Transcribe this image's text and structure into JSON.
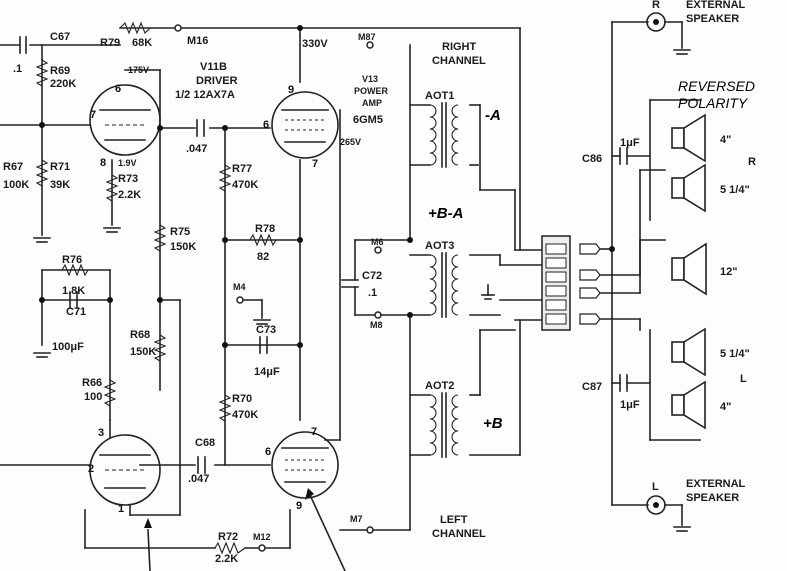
{
  "labels": {
    "c67": "C67",
    "c67_val": ".1",
    "r79": "R79",
    "r79_val": "68K",
    "m16": "M16",
    "r69": "R69",
    "r69_val": "220K",
    "v175": "175V",
    "v11b": "V11B",
    "driver": "DRIVER",
    "tube1": "1/2 12AX7A",
    "r67": "R67",
    "r67_val": "100K",
    "r71": "R71",
    "r71_val": "39K",
    "v19": "1.9V",
    "r73": "R73",
    "r73_val": "2.2K",
    "c_047a": ".047",
    "r77": "R77",
    "r77_val": "470K",
    "r78": "R78",
    "r78_val": "82",
    "r75": "R75",
    "r75_val": "150K",
    "r76": "R76",
    "r76_val": "1.8K",
    "c71": "C71",
    "c71_val": "100μF",
    "m4": "M4",
    "c73": "C73",
    "c73_val": "14μF",
    "r68": "R68",
    "r68_val": "150K",
    "r66": "R66",
    "r66_val": "100",
    "r70": "R70",
    "r70_val": "470K",
    "c68": "C68",
    "c68_val": ".047",
    "r72": "R72",
    "r72_val": "2.2K",
    "m12": "M12",
    "v330": "330V",
    "m87": "M87",
    "v13": "V13",
    "power": "POWER",
    "amp": "AMP",
    "tube2": "6GM5",
    "v265": "265V",
    "right1": "RIGHT",
    "right2": "CHANNEL",
    "left1": "LEFT",
    "left2": "CHANNEL",
    "m6": "M6",
    "m8": "M8",
    "m7": "M7",
    "c72": "C72",
    "c72_val": ".1",
    "aot1": "AOT1",
    "aot2": "AOT2",
    "aot3": "AOT3",
    "minus_a": "-A",
    "b_minus_a": "+B-A",
    "plus_b": "+B",
    "rev1": "REVERSED",
    "rev2": "POLARITY",
    "c86": "C86",
    "c86_val": "1μF",
    "c87": "C87",
    "c87_val": "1μF",
    "spk_r": "R",
    "spk_l": "L",
    "ext1": "EXTERNAL",
    "ext2": "SPEAKER",
    "spk_4a": "4\"",
    "spk_514a": "5 1/4\"",
    "spk_12": "12\"",
    "spk_514b": "5 1/4\"",
    "spk_4b": "4\"",
    "r_mark": "R",
    "l_mark": "L",
    "pin7": "7",
    "pin6": "6",
    "pin8": "8",
    "pin3": "3",
    "pin2": "2",
    "pin1": "1",
    "pin9a": "9",
    "pin6b": "6",
    "pin7b": "7",
    "pin7c": "7",
    "pin6c": "6",
    "pin9b": "9"
  }
}
